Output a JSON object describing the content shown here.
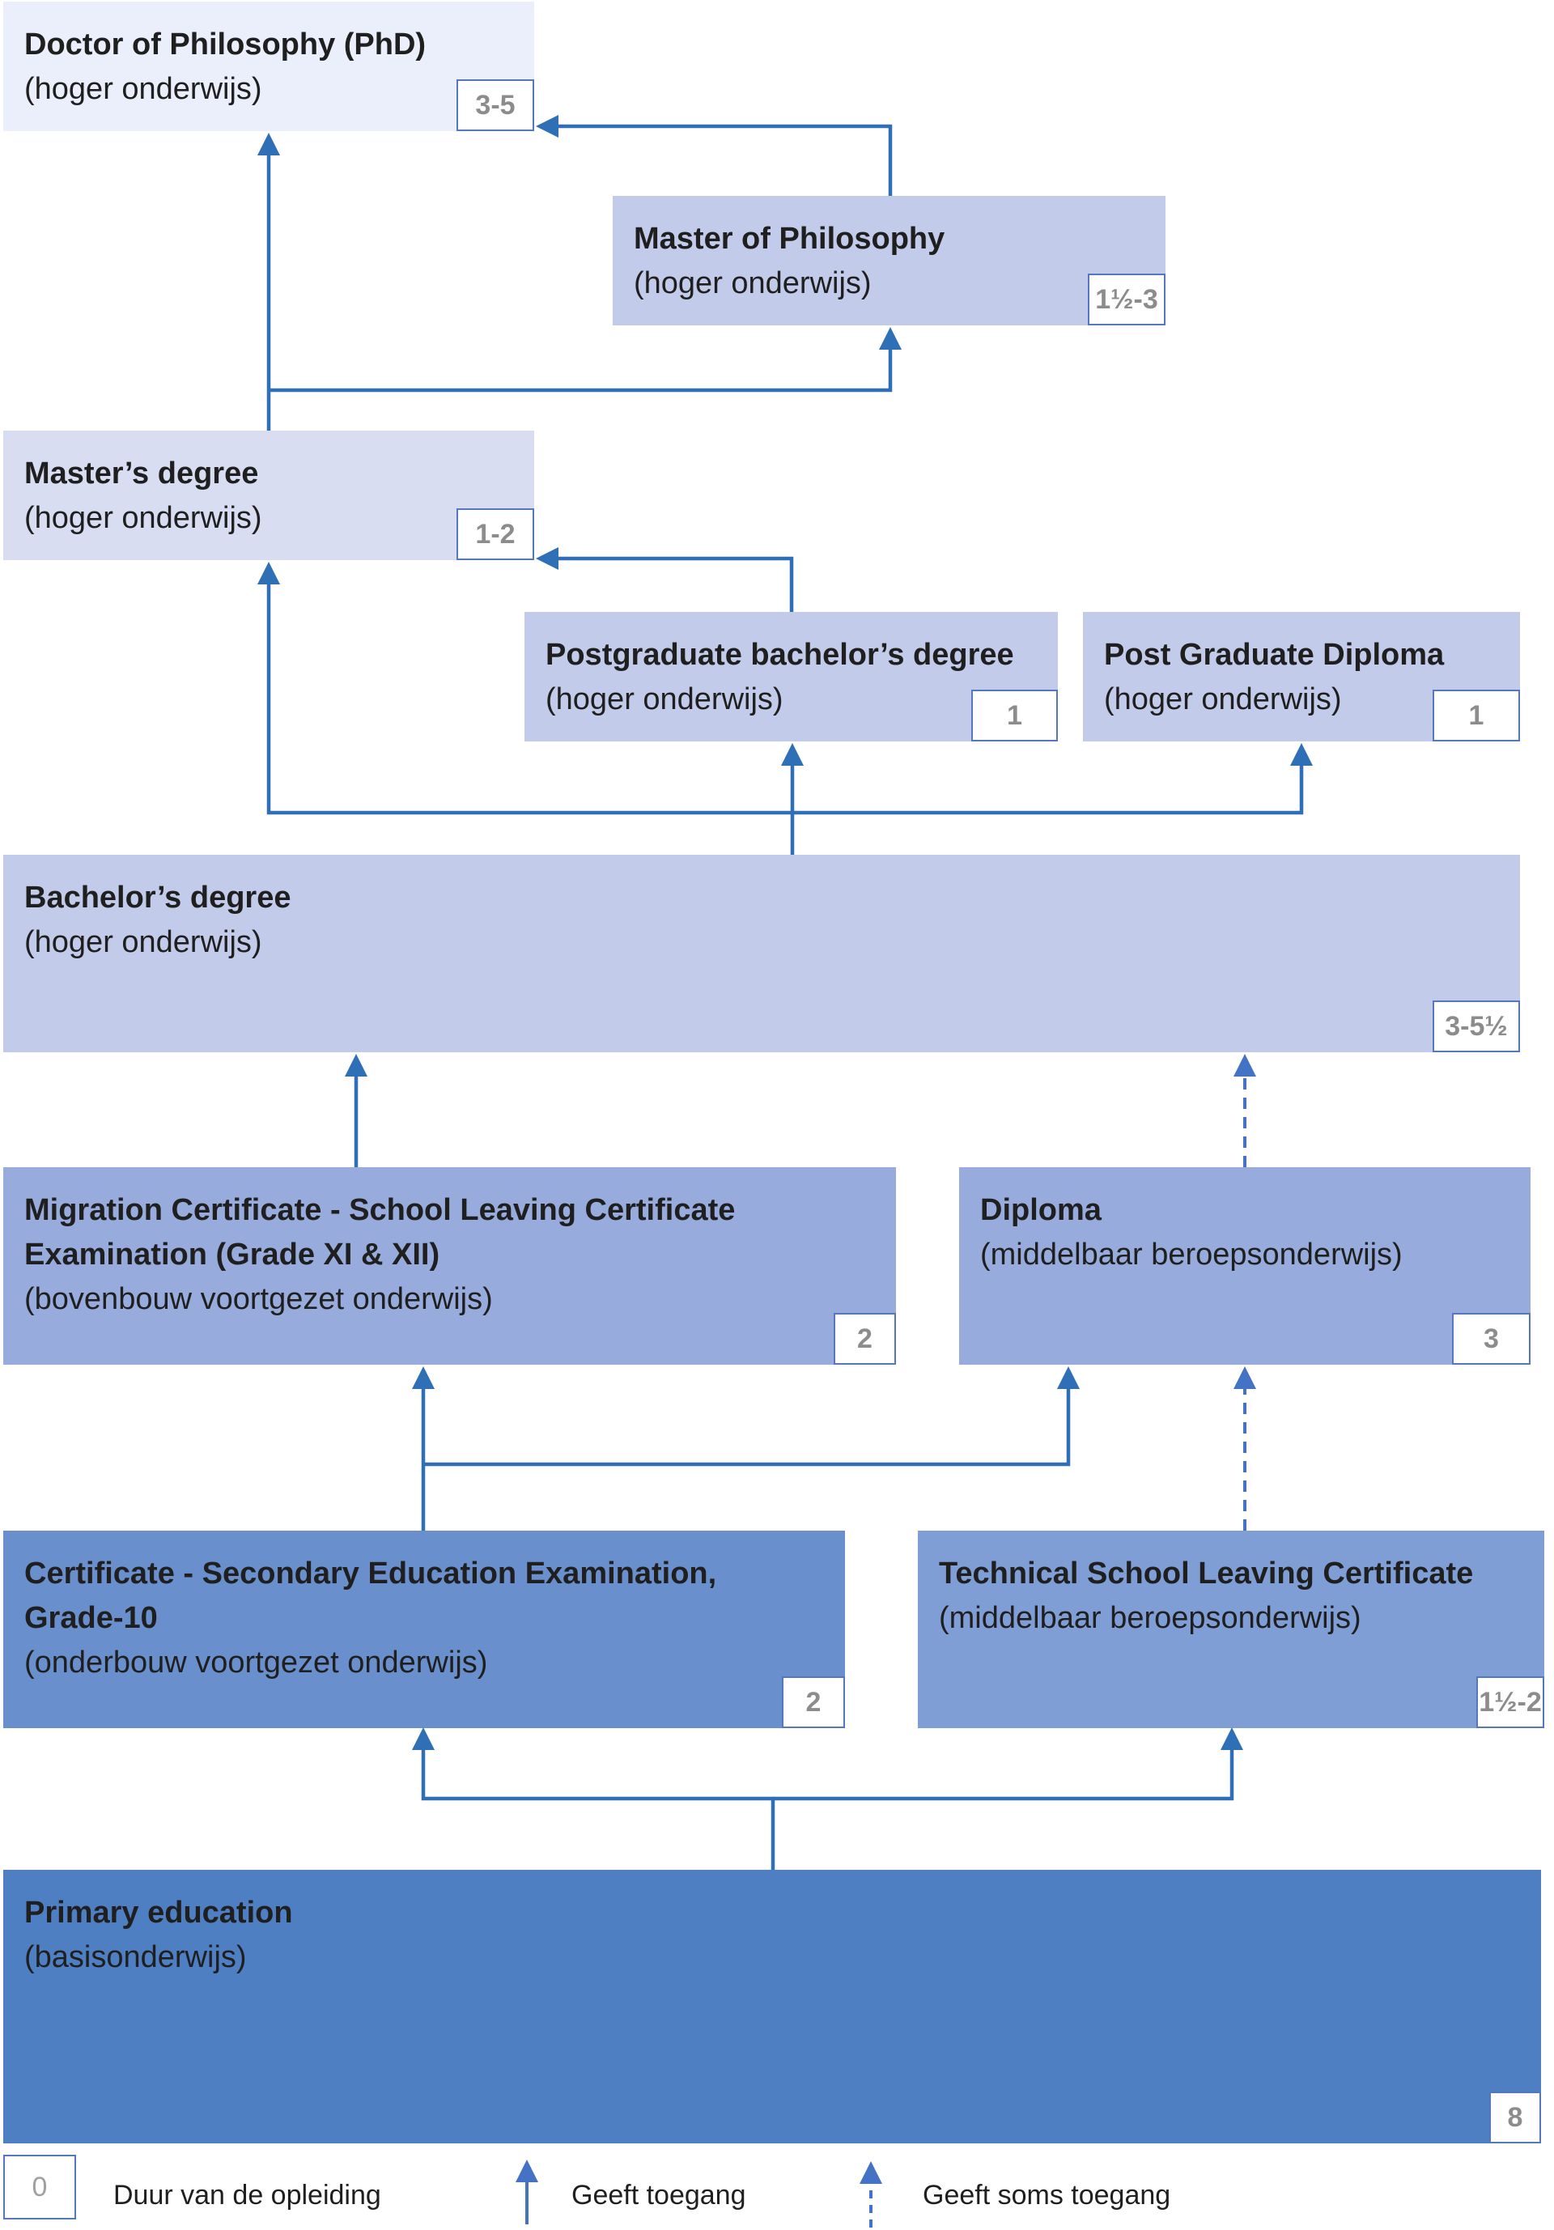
{
  "boxes": {
    "phd": {
      "title": "Doctor of Philosophy (PhD)",
      "sub": "(hoger onderwijs)",
      "duration": "3-5",
      "color": "#ebeefb"
    },
    "mphil": {
      "title": "Master of Philosophy",
      "sub": "(hoger onderwijs)",
      "duration": "1½-3",
      "color": "#c3cbea"
    },
    "masters": {
      "title": "Master’s degree",
      "sub": "(hoger onderwijs)",
      "duration": "1-2",
      "color": "#d8ddf1"
    },
    "pg_bachelor": {
      "title": "Postgraduate bachelor’s degree",
      "sub": "(hoger onderwijs)",
      "duration": "1",
      "color": "#c3cbea"
    },
    "pg_diploma": {
      "title": "Post Graduate Diploma",
      "sub": "(hoger onderwijs)",
      "duration": "1",
      "color": "#c3cbea"
    },
    "bachelor": {
      "title": "Bachelor’s degree",
      "sub": "(hoger onderwijs)",
      "duration": "3-5½",
      "color": "#c3cbea"
    },
    "migration": {
      "title": "Migration Certificate - School Leaving Certificate Examination (Grade XI & XII)",
      "sub": "(bovenbouw voortgezet onderwijs)",
      "duration": "2",
      "color": "#97acdc"
    },
    "diploma": {
      "title": "Diploma",
      "sub": "(middelbaar beroepsonderwijs)",
      "duration": "3",
      "color": "#97acdc"
    },
    "see": {
      "title": "Certificate - Secondary Education Examination, Grade-10",
      "sub": "(onderbouw voortgezet onderwijs)",
      "duration": "2",
      "color": "#6a8fcd"
    },
    "technical": {
      "title": "Technical School Leaving Certificate",
      "sub": "(middelbaar beroepsonderwijs)",
      "duration": "1½-2",
      "color": "#809ed6"
    },
    "primary": {
      "title": "Primary education",
      "sub": "(basisonderwijs)",
      "duration": "8",
      "color": "#4f7fc3"
    }
  },
  "legend": {
    "duration_sample": "0",
    "duration_label": "Duur van de opleiding",
    "access_label": "Geeft toegang",
    "sometimes_access_label": "Geeft soms toegang"
  },
  "colors": {
    "arrow_solid": "#2e6fb5",
    "arrow_dashed": "#4472c4",
    "duration_border": "#5577bf"
  }
}
